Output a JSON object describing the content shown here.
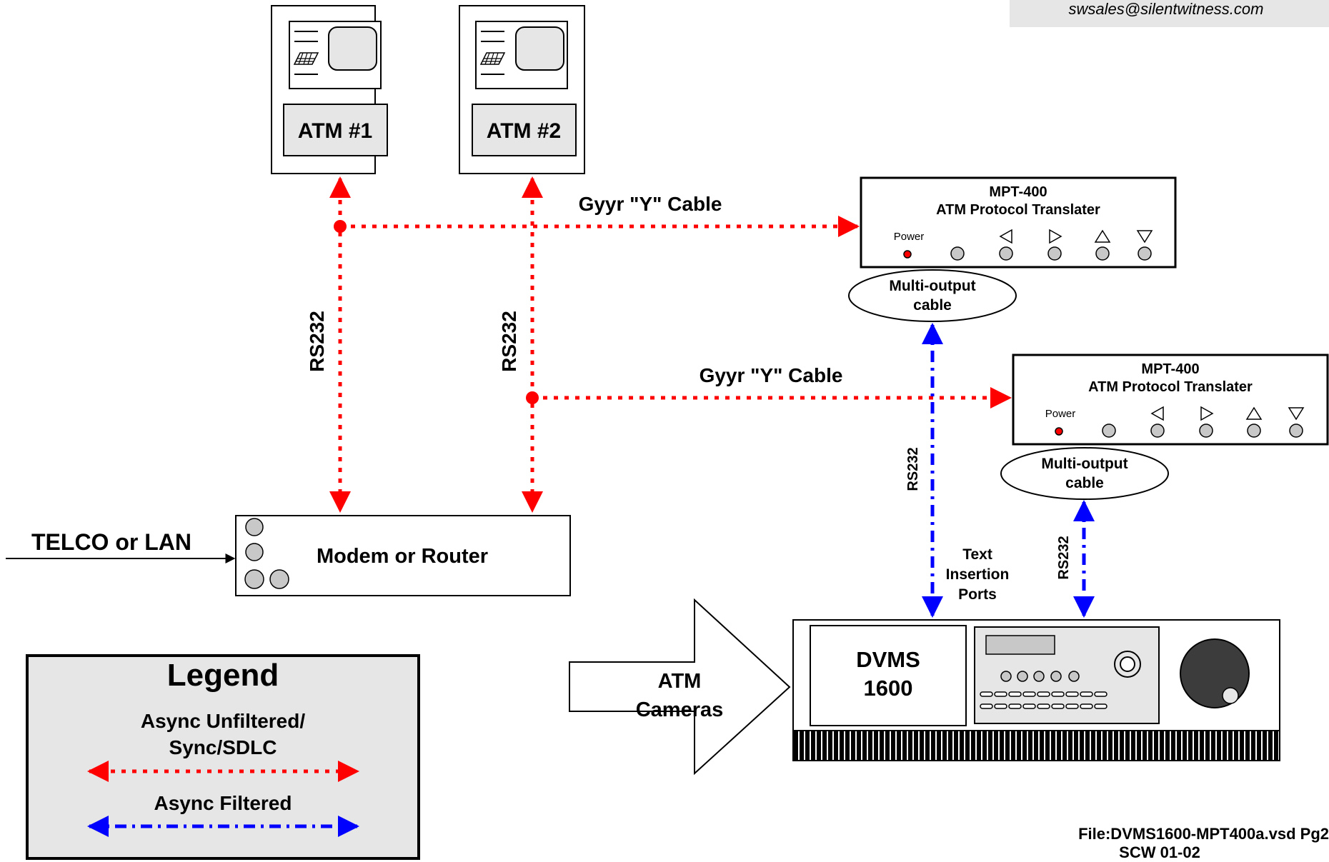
{
  "header": {
    "email": "swsales@silentwitness.com"
  },
  "atms": [
    {
      "label": "ATM #1"
    },
    {
      "label": "ATM #2"
    }
  ],
  "cables": {
    "gyyr1": "Gyyr \"Y\" Cable",
    "gyyr2": "Gyyr \"Y\" Cable",
    "rs232": "RS232"
  },
  "translators": [
    {
      "model": "MPT-400",
      "name": "ATM Protocol Translater",
      "power_label": "Power",
      "multi_cable": [
        "Multi-output",
        "cable"
      ]
    },
    {
      "model": "MPT-400",
      "name": "ATM Protocol Translater",
      "power_label": "Power",
      "multi_cable": [
        "Multi-output",
        "cable"
      ]
    }
  ],
  "modem": {
    "label": "Modem or Router",
    "input_label": "TELCO or LAN"
  },
  "dvms": {
    "line1": "DVMS",
    "line2": "1600",
    "ports_label": [
      "Text",
      "Insertion",
      "Ports"
    ]
  },
  "cameras": {
    "line1": "ATM",
    "line2": "Cameras"
  },
  "legend": {
    "title": "Legend",
    "item1": [
      "Async Unfiltered/",
      "Sync/SDLC"
    ],
    "item2": "Async Filtered"
  },
  "footer": {
    "file": "File:DVMS1600-MPT400a.vsd  Pg2",
    "code": "SCW   01-02"
  },
  "colors": {
    "red": "#ff0000",
    "blue": "#0000ff",
    "panel_gray": "#e6e6e6",
    "button_gray": "#c8c8c8"
  },
  "icons": [
    "triangle-left-icon",
    "triangle-right-icon",
    "triangle-up-icon",
    "triangle-down-icon",
    "knob-icon",
    "power-led-icon"
  ]
}
